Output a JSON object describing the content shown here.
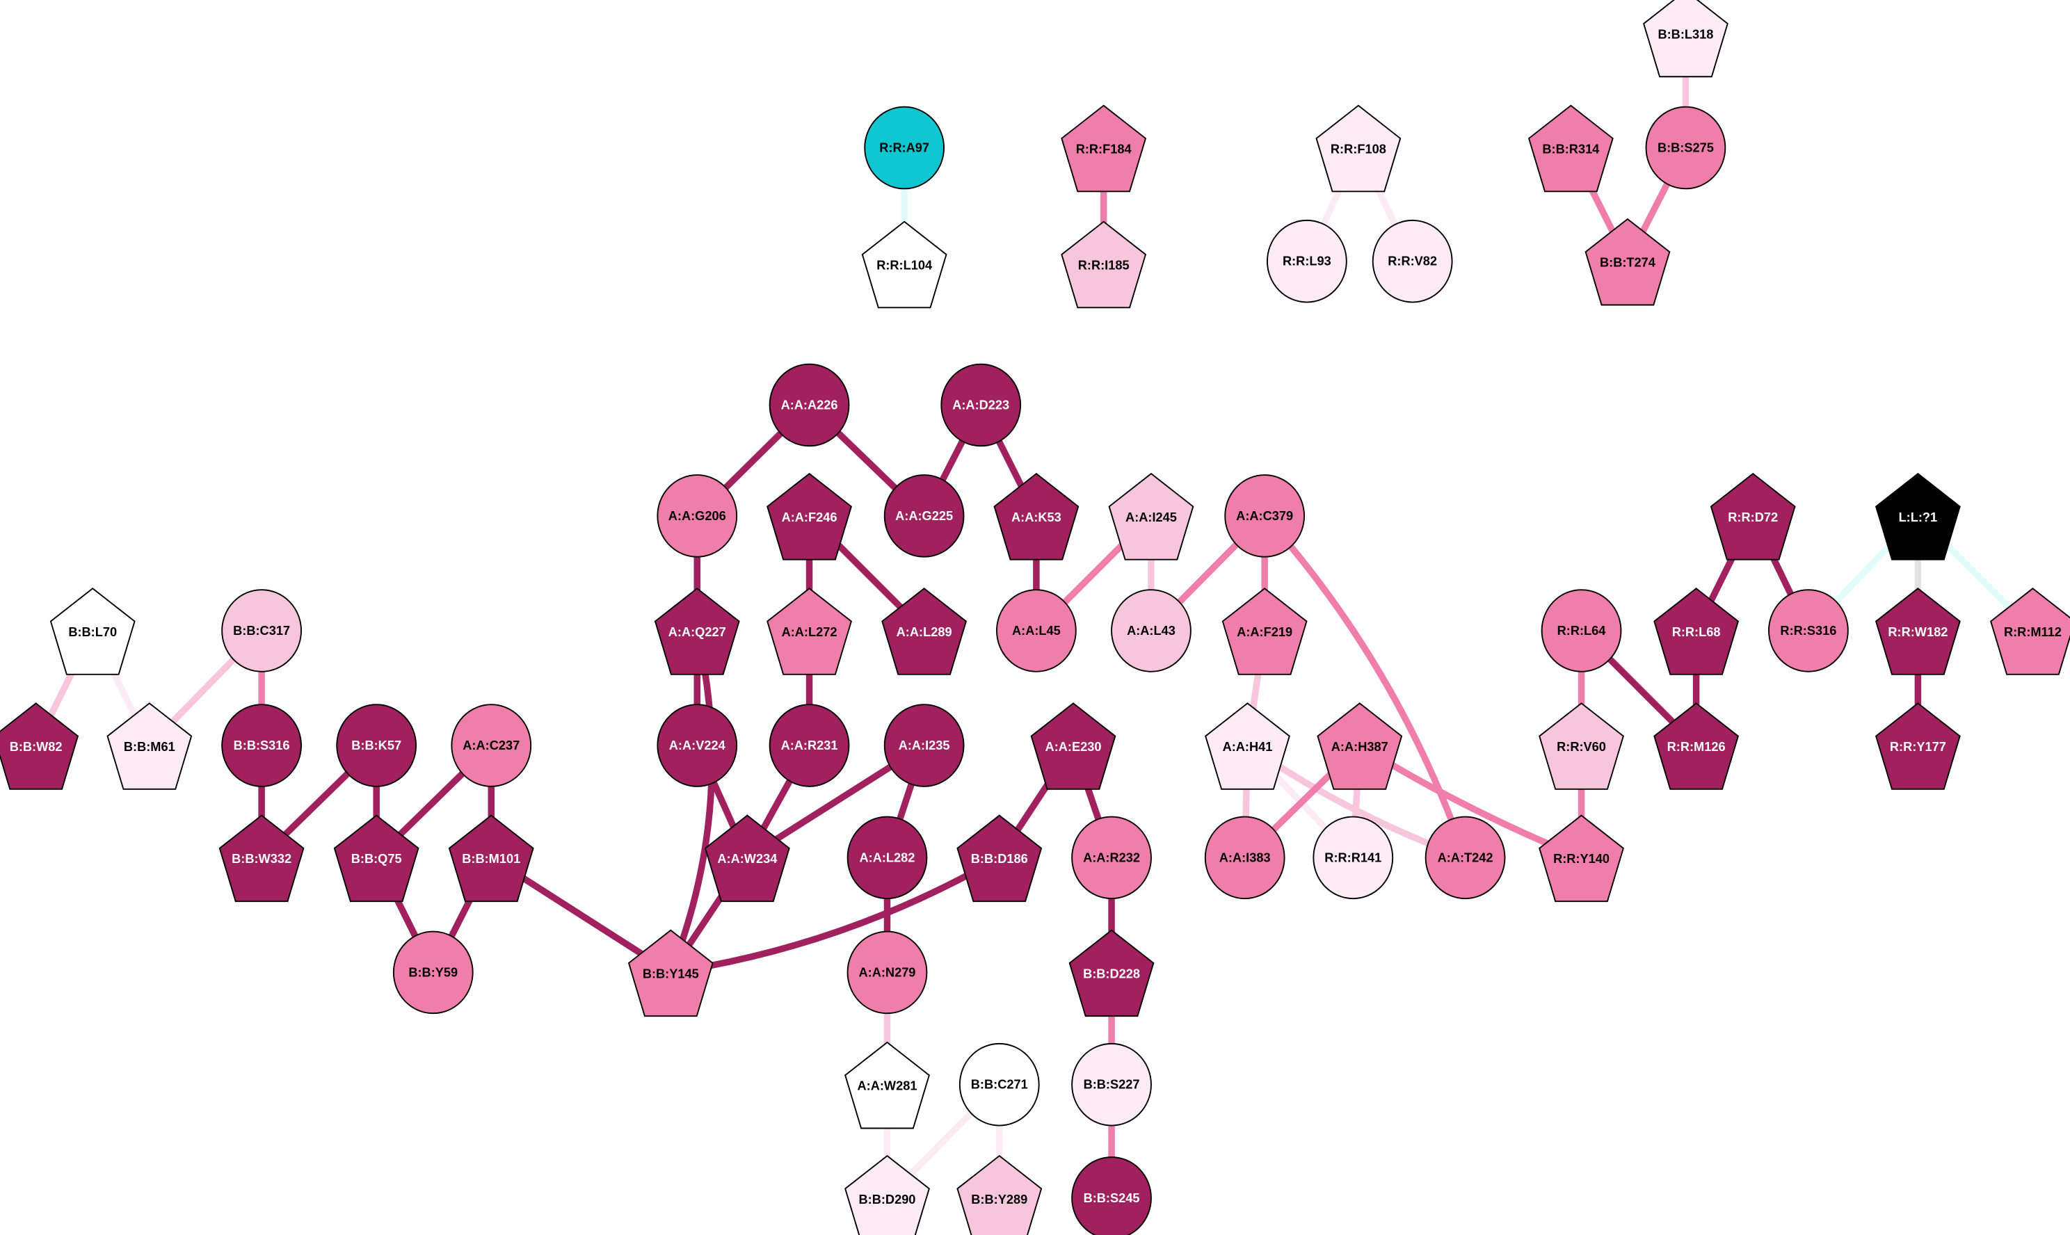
{
  "palette": {
    "dark": "#A0215E",
    "mid": "#F07EAA",
    "light": "#F8C6DC",
    "pale": "#FCEBF2",
    "white": "#FFFFFF",
    "cyan": "#10C6D0",
    "black": "#000000",
    "edge_cyan": "#E2FBFB",
    "edge_gray": "#E2E2E2"
  },
  "nodes": [
    {
      "id": "R:R:A97",
      "shape": "circle",
      "tone": "cyan"
    },
    {
      "id": "R:R:L104",
      "shape": "pentagon",
      "tone": "white"
    },
    {
      "id": "R:R:F184",
      "shape": "pentagon",
      "tone": "mid"
    },
    {
      "id": "R:R:I185",
      "shape": "pentagon",
      "tone": "light"
    },
    {
      "id": "R:R:F108",
      "shape": "pentagon",
      "tone": "pale"
    },
    {
      "id": "R:R:L93",
      "shape": "circle",
      "tone": "pale"
    },
    {
      "id": "R:R:V82",
      "shape": "circle",
      "tone": "pale"
    },
    {
      "id": "B:B:L318",
      "shape": "pentagon",
      "tone": "pale"
    },
    {
      "id": "B:B:R314",
      "shape": "pentagon",
      "tone": "mid"
    },
    {
      "id": "B:B:S275",
      "shape": "circle",
      "tone": "mid"
    },
    {
      "id": "B:B:T274",
      "shape": "pentagon",
      "tone": "mid"
    },
    {
      "id": "A:A:A226",
      "shape": "circle",
      "tone": "dark"
    },
    {
      "id": "A:A:D223",
      "shape": "circle",
      "tone": "dark"
    },
    {
      "id": "A:A:G206",
      "shape": "circle",
      "tone": "mid"
    },
    {
      "id": "A:A:F246",
      "shape": "pentagon",
      "tone": "dark"
    },
    {
      "id": "A:A:G225",
      "shape": "circle",
      "tone": "dark"
    },
    {
      "id": "A:A:K53",
      "shape": "pentagon",
      "tone": "dark"
    },
    {
      "id": "A:A:I245",
      "shape": "pentagon",
      "tone": "light"
    },
    {
      "id": "A:A:C379",
      "shape": "circle",
      "tone": "mid"
    },
    {
      "id": "B:B:L70",
      "shape": "pentagon",
      "tone": "white"
    },
    {
      "id": "B:B:C317",
      "shape": "circle",
      "tone": "light"
    },
    {
      "id": "A:A:Q227",
      "shape": "pentagon",
      "tone": "dark"
    },
    {
      "id": "A:A:L272",
      "shape": "pentagon",
      "tone": "mid"
    },
    {
      "id": "A:A:L289",
      "shape": "pentagon",
      "tone": "dark"
    },
    {
      "id": "A:A:L45",
      "shape": "circle",
      "tone": "mid"
    },
    {
      "id": "A:A:L43",
      "shape": "circle",
      "tone": "light"
    },
    {
      "id": "A:A:F219",
      "shape": "pentagon",
      "tone": "mid"
    },
    {
      "id": "R:R:L64",
      "shape": "circle",
      "tone": "mid"
    },
    {
      "id": "R:R:D72",
      "shape": "pentagon",
      "tone": "dark"
    },
    {
      "id": "L:L:?1",
      "shape": "pentagon",
      "tone": "black"
    },
    {
      "id": "R:R:L68",
      "shape": "pentagon",
      "tone": "dark"
    },
    {
      "id": "R:R:S316",
      "shape": "circle",
      "tone": "mid"
    },
    {
      "id": "R:R:W182",
      "shape": "pentagon",
      "tone": "dark"
    },
    {
      "id": "R:R:M112",
      "shape": "pentagon",
      "tone": "mid"
    },
    {
      "id": "B:B:W82",
      "shape": "pentagon",
      "tone": "dark"
    },
    {
      "id": "B:B:M61",
      "shape": "pentagon",
      "tone": "pale"
    },
    {
      "id": "B:B:S316",
      "shape": "circle",
      "tone": "dark"
    },
    {
      "id": "B:B:K57",
      "shape": "circle",
      "tone": "dark"
    },
    {
      "id": "A:A:C237",
      "shape": "circle",
      "tone": "mid"
    },
    {
      "id": "A:A:V224",
      "shape": "circle",
      "tone": "dark"
    },
    {
      "id": "A:A:R231",
      "shape": "circle",
      "tone": "dark"
    },
    {
      "id": "A:A:I235",
      "shape": "circle",
      "tone": "dark"
    },
    {
      "id": "A:A:E230",
      "shape": "pentagon",
      "tone": "dark"
    },
    {
      "id": "A:A:H41",
      "shape": "pentagon",
      "tone": "pale"
    },
    {
      "id": "A:A:H387",
      "shape": "pentagon",
      "tone": "mid"
    },
    {
      "id": "R:R:V60",
      "shape": "pentagon",
      "tone": "light"
    },
    {
      "id": "R:R:M126",
      "shape": "pentagon",
      "tone": "dark"
    },
    {
      "id": "R:R:Y177",
      "shape": "pentagon",
      "tone": "dark"
    },
    {
      "id": "B:B:W332",
      "shape": "pentagon",
      "tone": "dark"
    },
    {
      "id": "B:B:Q75",
      "shape": "pentagon",
      "tone": "dark"
    },
    {
      "id": "B:B:M101",
      "shape": "pentagon",
      "tone": "dark"
    },
    {
      "id": "A:A:W234",
      "shape": "pentagon",
      "tone": "dark"
    },
    {
      "id": "A:A:L282",
      "shape": "circle",
      "tone": "dark"
    },
    {
      "id": "B:B:D186",
      "shape": "pentagon",
      "tone": "dark"
    },
    {
      "id": "A:A:R232",
      "shape": "circle",
      "tone": "mid"
    },
    {
      "id": "A:A:I383",
      "shape": "circle",
      "tone": "mid"
    },
    {
      "id": "R:R:R141",
      "shape": "circle",
      "tone": "pale"
    },
    {
      "id": "A:A:T242",
      "shape": "circle",
      "tone": "mid"
    },
    {
      "id": "R:R:Y140",
      "shape": "pentagon",
      "tone": "mid"
    },
    {
      "id": "B:B:Y59",
      "shape": "circle",
      "tone": "mid"
    },
    {
      "id": "B:B:Y145",
      "shape": "pentagon",
      "tone": "mid"
    },
    {
      "id": "A:A:N279",
      "shape": "circle",
      "tone": "mid"
    },
    {
      "id": "B:B:D228",
      "shape": "pentagon",
      "tone": "dark"
    },
    {
      "id": "A:A:W281",
      "shape": "pentagon",
      "tone": "white"
    },
    {
      "id": "B:B:C271",
      "shape": "circle",
      "tone": "white"
    },
    {
      "id": "B:B:S227",
      "shape": "circle",
      "tone": "pale"
    },
    {
      "id": "B:B:D290",
      "shape": "pentagon",
      "tone": "pale"
    },
    {
      "id": "B:B:Y289",
      "shape": "pentagon",
      "tone": "light"
    },
    {
      "id": "B:B:S245",
      "shape": "circle",
      "tone": "dark"
    }
  ],
  "edges": [
    [
      "R:R:A97",
      "R:R:L104",
      "edge_cyan"
    ],
    [
      "R:R:F184",
      "R:R:I185",
      "mid"
    ],
    [
      "R:R:F108",
      "R:R:L93",
      "pale"
    ],
    [
      "R:R:F108",
      "R:R:V82",
      "pale"
    ],
    [
      "B:B:L318",
      "B:B:S275",
      "light"
    ],
    [
      "B:B:R314",
      "B:B:T274",
      "mid"
    ],
    [
      "B:B:S275",
      "B:B:T274",
      "mid"
    ],
    [
      "A:A:A226",
      "A:A:G206",
      "dark"
    ],
    [
      "A:A:A226",
      "A:A:G225",
      "dark"
    ],
    [
      "A:A:D223",
      "A:A:G225",
      "dark"
    ],
    [
      "A:A:D223",
      "A:A:K53",
      "dark"
    ],
    [
      "A:A:G206",
      "A:A:Q227",
      "dark"
    ],
    [
      "A:A:F246",
      "A:A:L272",
      "dark"
    ],
    [
      "A:A:F246",
      "A:A:L289",
      "dark"
    ],
    [
      "A:A:K53",
      "A:A:L45",
      "dark"
    ],
    [
      "A:A:I245",
      "A:A:L45",
      "mid"
    ],
    [
      "A:A:I245",
      "A:A:L43",
      "light"
    ],
    [
      "A:A:C379",
      "A:A:L43",
      "mid"
    ],
    [
      "A:A:C379",
      "A:A:F219",
      "mid"
    ],
    [
      "A:A:C379",
      "A:A:T242",
      "mid"
    ],
    [
      "B:B:L70",
      "B:B:W82",
      "light"
    ],
    [
      "B:B:L70",
      "B:B:M61",
      "pale"
    ],
    [
      "B:B:C317",
      "B:B:M61",
      "light"
    ],
    [
      "B:B:C317",
      "B:B:S316",
      "mid"
    ],
    [
      "A:A:Q227",
      "A:A:V224",
      "dark"
    ],
    [
      "A:A:Q227",
      "B:B:Y145",
      "dark"
    ],
    [
      "A:A:L272",
      "A:A:R231",
      "dark"
    ],
    [
      "B:B:S316",
      "B:B:W332",
      "dark"
    ],
    [
      "B:B:K57",
      "B:B:W332",
      "dark"
    ],
    [
      "B:B:K57",
      "B:B:Q75",
      "dark"
    ],
    [
      "A:A:C237",
      "B:B:Q75",
      "dark"
    ],
    [
      "A:A:C237",
      "B:B:M101",
      "dark"
    ],
    [
      "A:A:V224",
      "A:A:W234",
      "dark"
    ],
    [
      "A:A:R231",
      "A:A:W234",
      "dark"
    ],
    [
      "A:A:I235",
      "A:A:W234",
      "dark"
    ],
    [
      "A:A:I235",
      "A:A:L282",
      "dark"
    ],
    [
      "A:A:E230",
      "B:B:D186",
      "dark"
    ],
    [
      "A:A:E230",
      "A:A:R232",
      "dark"
    ],
    [
      "B:B:Q75",
      "B:B:Y59",
      "dark"
    ],
    [
      "B:B:M101",
      "B:B:Y59",
      "dark"
    ],
    [
      "B:B:M101",
      "B:B:Y145",
      "dark"
    ],
    [
      "A:A:W234",
      "B:B:Y145",
      "dark"
    ],
    [
      "B:B:D186",
      "B:B:Y145",
      "dark"
    ],
    [
      "A:A:L282",
      "A:A:N279",
      "dark"
    ],
    [
      "A:A:R232",
      "B:B:D228",
      "dark"
    ],
    [
      "A:A:N279",
      "A:A:W281",
      "light"
    ],
    [
      "B:B:D228",
      "B:B:S227",
      "mid"
    ],
    [
      "B:B:S227",
      "B:B:S245",
      "mid"
    ],
    [
      "A:A:W281",
      "B:B:D290",
      "pale"
    ],
    [
      "B:B:C271",
      "B:B:D290",
      "pale"
    ],
    [
      "B:B:C271",
      "B:B:Y289",
      "pale"
    ],
    [
      "A:A:F219",
      "A:A:H41",
      "light"
    ],
    [
      "A:A:H41",
      "A:A:I383",
      "light"
    ],
    [
      "A:A:H41",
      "R:R:R141",
      "pale"
    ],
    [
      "A:A:H41",
      "A:A:T242",
      "light"
    ],
    [
      "A:A:H387",
      "A:A:I383",
      "mid"
    ],
    [
      "A:A:H387",
      "R:R:R141",
      "light"
    ],
    [
      "A:A:H387",
      "R:R:Y140",
      "mid"
    ],
    [
      "R:R:L64",
      "R:R:V60",
      "mid"
    ],
    [
      "R:R:L64",
      "R:R:M126",
      "dark"
    ],
    [
      "R:R:V60",
      "R:R:Y140",
      "mid"
    ],
    [
      "R:R:D72",
      "R:R:L68",
      "dark"
    ],
    [
      "R:R:D72",
      "R:R:S316",
      "dark"
    ],
    [
      "R:R:L68",
      "R:R:M126",
      "dark"
    ],
    [
      "L:L:?1",
      "R:R:S316",
      "edge_cyan"
    ],
    [
      "L:L:?1",
      "R:R:W182",
      "edge_gray"
    ],
    [
      "L:L:?1",
      "R:R:M112",
      "edge_cyan"
    ],
    [
      "R:R:W182",
      "R:R:Y177",
      "dark"
    ]
  ]
}
